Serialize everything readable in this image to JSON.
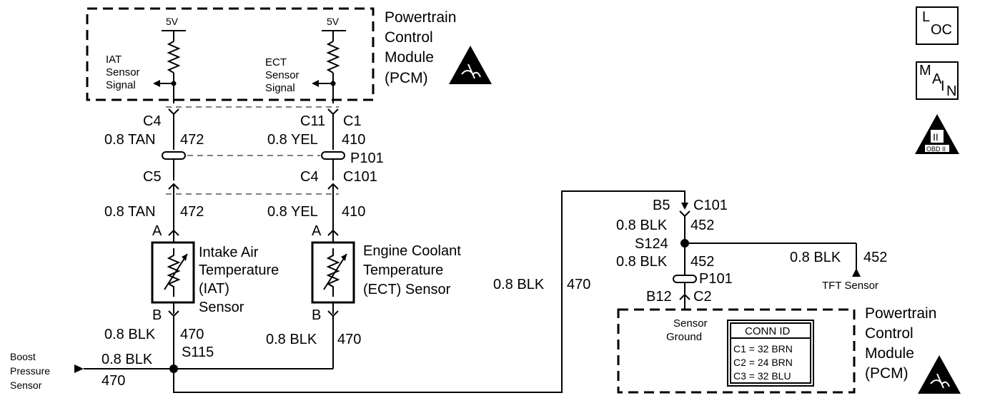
{
  "pcm_top": {
    "title_line1": "Powertrain",
    "title_line2": "Control",
    "title_line3": "Module",
    "title_line4": "(PCM)",
    "iat_voltage": "5V",
    "ect_voltage": "5V",
    "iat_label_line1": "IAT",
    "iat_label_line2": "Sensor",
    "iat_label_line3": "Signal",
    "ect_label_line1": "ECT",
    "ect_label_line2": "Sensor",
    "ect_label_line3": "Signal"
  },
  "icons": {
    "loc_top": "L",
    "loc_bottom": "OC",
    "main_m": "M",
    "main_a": "A",
    "main_i": "I",
    "main_n": "N",
    "obd_numeral": "II",
    "obd_text": "OBD II"
  },
  "iat_circuit": {
    "pcm_connector": "C4",
    "wire_upper_spec": "0.8 TAN",
    "wire_upper_num": "472",
    "inline_connector": "C5",
    "wire_lower_spec": "0.8 TAN",
    "wire_lower_num": "472",
    "pin_a": "A",
    "sensor_line1": "Intake Air",
    "sensor_line2": "Temperature",
    "sensor_line3": "(IAT)",
    "sensor_line4": "Sensor",
    "pin_b": "B",
    "ground_wire_spec": "0.8 BLK",
    "ground_wire_num": "470",
    "splice": "S115"
  },
  "ect_circuit": {
    "pcm_pin": "C11",
    "pcm_connector": "C1",
    "wire_upper_spec": "0.8 YEL",
    "wire_upper_num": "410",
    "p_connector": "P101",
    "inline_pin": "C4",
    "inline_connector": "C101",
    "wire_lower_spec": "0.8 YEL",
    "wire_lower_num": "410",
    "pin_a": "A",
    "sensor_line1": "Engine Coolant",
    "sensor_line2": "Temperature",
    "sensor_line3": "(ECT) Sensor",
    "pin_b": "B",
    "ground_wire_spec": "0.8 BLK",
    "ground_wire_num": "470"
  },
  "boost": {
    "line1": "Boost",
    "line2": "Pressure",
    "line3": "Sensor",
    "wire_spec": "0.8 BLK",
    "wire_num": "470"
  },
  "return_wire": {
    "spec": "0.8 BLK",
    "num": "470"
  },
  "right_circuit": {
    "pin_b5": "B5",
    "conn_c101": "C101",
    "wire1_spec": "0.8 BLK",
    "wire1_num": "452",
    "splice": "S124",
    "wire2_spec": "0.8 BLK",
    "wire2_num": "452",
    "p_connector": "P101",
    "pin_b12": "B12",
    "conn_c2": "C2",
    "tft_wire_spec": "0.8 BLK",
    "tft_wire_num": "452",
    "tft_label": "TFT Sensor"
  },
  "pcm_bottom": {
    "title_line1": "Powertrain",
    "title_line2": "Control",
    "title_line3": "Module",
    "title_line4": "(PCM)",
    "ground_line1": "Sensor",
    "ground_line2": "Ground",
    "conn_id_title": "CONN ID",
    "conn_id_row1": "C1 = 32 BRN",
    "conn_id_row2": "C2 = 24 BRN",
    "conn_id_row3": "C3 = 32 BLU"
  }
}
